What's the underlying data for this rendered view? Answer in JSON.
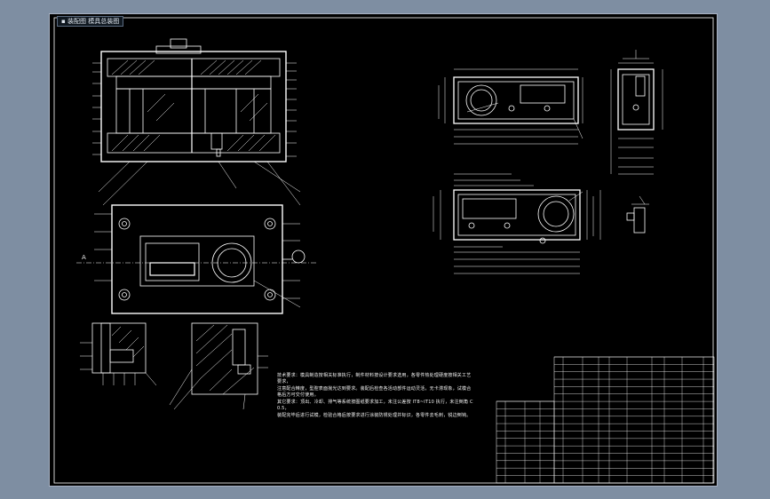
{
  "window": {
    "tab_title": "装配图 模具总装图"
  },
  "colors": {
    "desktop_bg": "#7e8ea2",
    "paper": "#000000",
    "outline": "#ffffff",
    "dimension": "#ffffff",
    "border": "#a9b2c3"
  },
  "labels": {
    "section_a": "A"
  },
  "notes": {
    "lines": [
      "技术要求：模具制造按相关标准执行，制件材料按设计要求选用，各零件热处理硬度按相关工艺要求，",
      "注意配合精度，型腔表面抛光达到要求。装配后检查各活动部件运动灵活，无卡滞现象，试模合格后方可交付使用。",
      "其它要求：顶出、冷却、排气等系统按图纸要求加工，未注公差按 IT8~IT10 执行，未注倒角 C0.5，",
      "装配完毕后进行试模，检验合格后按要求进行涂装防锈处理并标识，各零件去毛刺，锐边倒钝。"
    ]
  },
  "icons": {
    "title_tab_icon": "drawing-file-icon"
  }
}
